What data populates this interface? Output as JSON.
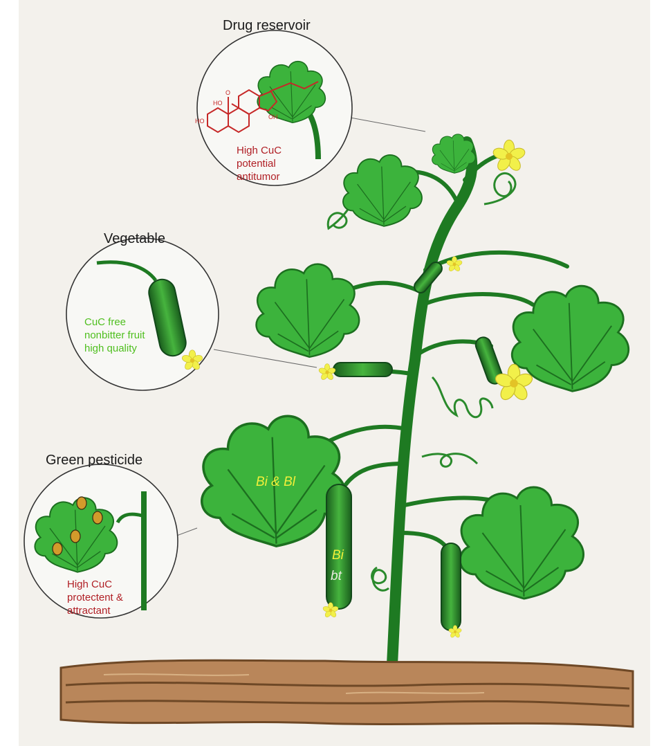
{
  "headings": {
    "drug": "Drug reservoir",
    "vegetable": "Vegetable",
    "pesticide": "Green pesticide"
  },
  "notes": {
    "drug": [
      "High CuC",
      "potential",
      "antitumor"
    ],
    "vegetable": [
      "CuC free",
      "nonbitter fruit",
      "high quality"
    ],
    "pesticide": [
      "High CuC",
      "protectent &",
      "attractant"
    ]
  },
  "genes": {
    "leaf": "Bi & Bl",
    "fruit_top": "Bi",
    "fruit_bottom": "bt"
  },
  "molecule": {
    "hydroxyl_1": "HO",
    "hydroxyl_2": "HO",
    "carbonyl": "O",
    "hydroxyl_3": "OH"
  },
  "colors": {
    "background": "#f3f1ec",
    "leaf": "#3cb33c",
    "stem": "#1e7a22",
    "flower": "#f2f04a",
    "soil": "#b9865a",
    "red_text": "#b01e24",
    "green_text": "#4fbf1f"
  }
}
